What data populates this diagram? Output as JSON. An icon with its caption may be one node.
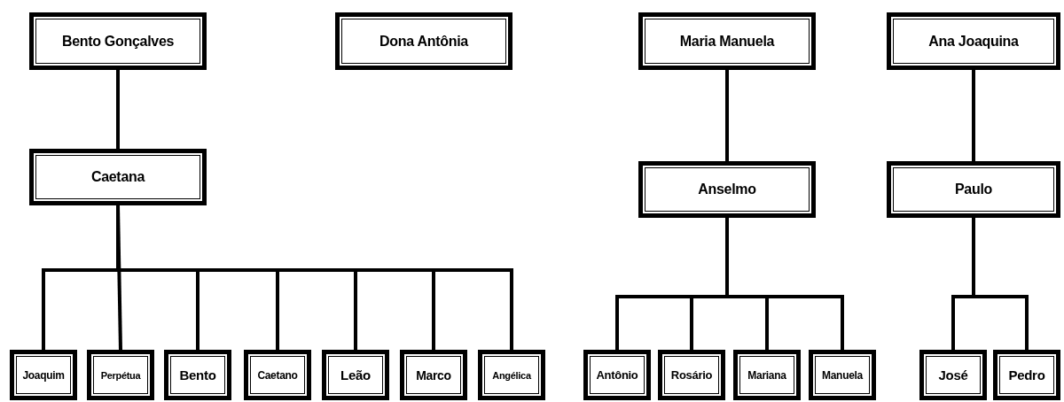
{
  "diagram": {
    "nodes": [
      {
        "text": [
          "Bento Gonçalves"
        ]
      },
      {
        "text": [
          "Dona Antônia"
        ]
      },
      {
        "text": [
          "Maria Manuela"
        ]
      },
      {
        "text": [
          "Ana Joaquina"
        ]
      },
      {
        "text": [
          "Caetana"
        ]
      },
      {
        "text": [
          "Anselmo"
        ]
      },
      {
        "text": [
          "Paulo"
        ]
      },
      {
        "text": [
          "Joaquim"
        ]
      },
      {
        "text": [
          "Perpétua"
        ]
      },
      {
        "text": [
          "Bento"
        ]
      },
      {
        "text": [
          "Caetano"
        ]
      },
      {
        "text": [
          "Leão"
        ]
      },
      {
        "text": [
          "Marco"
        ]
      },
      {
        "text": [
          "Angélica"
        ]
      },
      {
        "text": [
          "Antônio"
        ]
      },
      {
        "text": [
          "Rosário"
        ]
      },
      {
        "text": [
          "Mariana"
        ]
      },
      {
        "text": [
          "Manuela"
        ]
      },
      {
        "text": [
          "José"
        ]
      },
      {
        "text": [
          "Pedro"
        ]
      }
    ],
    "edges": [
      {
        "from": 0,
        "to": 4,
        "arrow": "none"
      },
      {
        "from": 2,
        "to": 5,
        "arrow": "none"
      },
      {
        "from": 3,
        "to": 6,
        "arrow": "none"
      },
      {
        "from": 4,
        "to": 7,
        "arrow": "none"
      },
      {
        "from": 4,
        "to": 8,
        "arrow": "none"
      },
      {
        "from": 4,
        "to": 9,
        "arrow": "none"
      },
      {
        "from": 4,
        "to": 10,
        "arrow": "none"
      },
      {
        "from": 4,
        "to": 11,
        "arrow": "none"
      },
      {
        "from": 4,
        "to": 12,
        "arrow": "none"
      },
      {
        "from": 4,
        "to": 13,
        "arrow": "none"
      },
      {
        "from": 5,
        "to": 14,
        "arrow": "none"
      },
      {
        "from": 5,
        "to": 15,
        "arrow": "none"
      },
      {
        "from": 5,
        "to": 16,
        "arrow": "none"
      },
      {
        "from": 5,
        "to": 17,
        "arrow": "none"
      },
      {
        "from": 6,
        "to": 18,
        "arrow": "none"
      },
      {
        "from": 6,
        "to": 19,
        "arrow": "none"
      }
    ]
  }
}
